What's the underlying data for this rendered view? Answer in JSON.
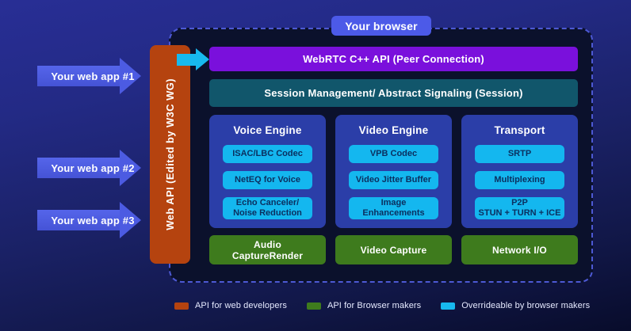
{
  "browser_badge": "Your browser",
  "web_apps": [
    "Your web app #1",
    "Your web app #2",
    "Your web app #3"
  ],
  "web_api_label": "Web API (Edited by W3C WG)",
  "webrtc_api_label": "WebRTC C++ API (Peer Connection)",
  "session_label": "Session Management/ Abstract Signaling (Session)",
  "columns": [
    {
      "title": "Voice Engine",
      "items": [
        "ISAC/LBC Codec",
        "NetEQ for Voice",
        "Echo Canceler/\nNoise Reduction"
      ],
      "base": "Audio\nCaptureRender"
    },
    {
      "title": "Video Engine",
      "items": [
        "VPB Codec",
        "Video Jitter Buffer",
        "Image\nEnhancements"
      ],
      "base": "Video Capture"
    },
    {
      "title": "Transport",
      "items": [
        "SRTP",
        "Multiplexing",
        "P2P\nSTUN + TURN + ICE"
      ],
      "base": "Network I/O"
    }
  ],
  "legend": [
    {
      "label": "API for web developers",
      "color": "#b5430f"
    },
    {
      "label": "API for Browser makers",
      "color": "#3e7b1d"
    },
    {
      "label": "Overrideable by browser makers",
      "color": "#17b9ee"
    }
  ],
  "colors": {
    "api_web_developers": "#b5430f",
    "api_browser_makers": "#3e7b1d",
    "overrideable": "#17b9ee",
    "webrtc_purple": "#7a10dc",
    "session_teal": "#11566b",
    "engine_blue": "#2b3ea8"
  }
}
